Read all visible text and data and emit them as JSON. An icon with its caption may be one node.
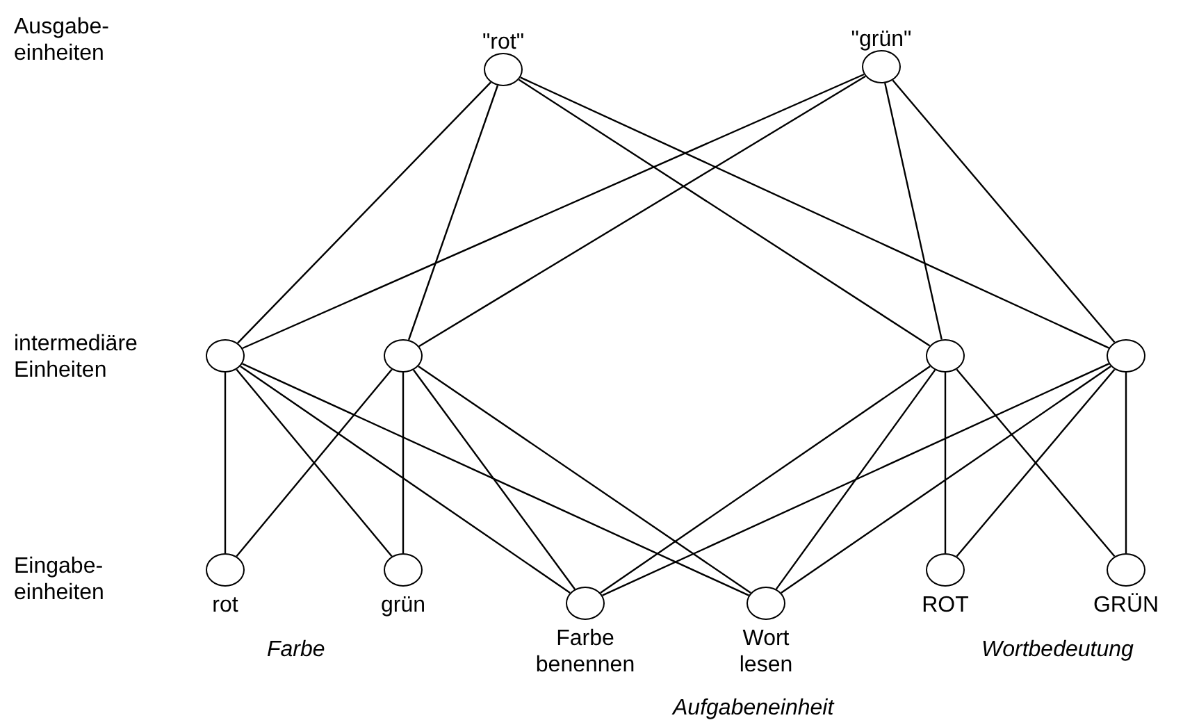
{
  "diagram": {
    "nodes": [
      {
        "text": [
          "\"rot\""
        ]
      },
      {
        "text": [
          "\"grün\""
        ]
      },
      {
        "text": [],
        "shape": "circle"
      },
      {
        "text": [],
        "shape": "circle"
      },
      {
        "text": [],
        "shape": "circle"
      },
      {
        "text": [],
        "shape": "circle"
      },
      {
        "text": [
          "rot"
        ]
      },
      {
        "text": [
          "grün"
        ]
      },
      {
        "text": [
          "Farbe benennen"
        ]
      },
      {
        "text": [
          "Wort lesen"
        ]
      },
      {
        "text": [
          "ROT"
        ]
      },
      {
        "text": [
          "GRÜN"
        ]
      }
    ],
    "edges": [
      {
        "from": 0,
        "to": 2,
        "arrow": "none"
      },
      {
        "from": 0,
        "to": 3,
        "arrow": "none"
      },
      {
        "from": 0,
        "to": 4,
        "arrow": "none"
      },
      {
        "from": 0,
        "to": 5,
        "arrow": "none"
      },
      {
        "from": 1,
        "to": 2,
        "arrow": "none"
      },
      {
        "from": 1,
        "to": 3,
        "arrow": "none"
      },
      {
        "from": 1,
        "to": 4,
        "arrow": "none"
      },
      {
        "from": 1,
        "to": 5,
        "arrow": "none"
      },
      {
        "from": 2,
        "to": 6,
        "arrow": "none"
      },
      {
        "from": 2,
        "to": 7,
        "arrow": "none"
      },
      {
        "from": 2,
        "to": 8,
        "arrow": "none"
      },
      {
        "from": 2,
        "to": 9,
        "arrow": "none"
      },
      {
        "from": 3,
        "to": 6,
        "arrow": "none"
      },
      {
        "from": 3,
        "to": 7,
        "arrow": "none"
      },
      {
        "from": 3,
        "to": 8,
        "arrow": "none"
      },
      {
        "from": 3,
        "to": 9,
        "arrow": "none"
      },
      {
        "from": 4,
        "to": 8,
        "arrow": "none"
      },
      {
        "from": 4,
        "to": 9,
        "arrow": "none"
      },
      {
        "from": 4,
        "to": 10,
        "arrow": "none"
      },
      {
        "from": 4,
        "to": 11,
        "arrow": "none"
      },
      {
        "from": 5,
        "to": 8,
        "arrow": "none"
      },
      {
        "from": 5,
        "to": 9,
        "arrow": "none"
      },
      {
        "from": 5,
        "to": 10,
        "arrow": "none"
      },
      {
        "from": 5,
        "to": 11,
        "arrow": "none"
      }
    ],
    "labels": [
      "Ausgabe- einheiten",
      "intermediäre Einheiten",
      "Eingabe- einheiten",
      "Farbe",
      "Wortbedeutung",
      "Aufgabeneinheit"
    ]
  }
}
